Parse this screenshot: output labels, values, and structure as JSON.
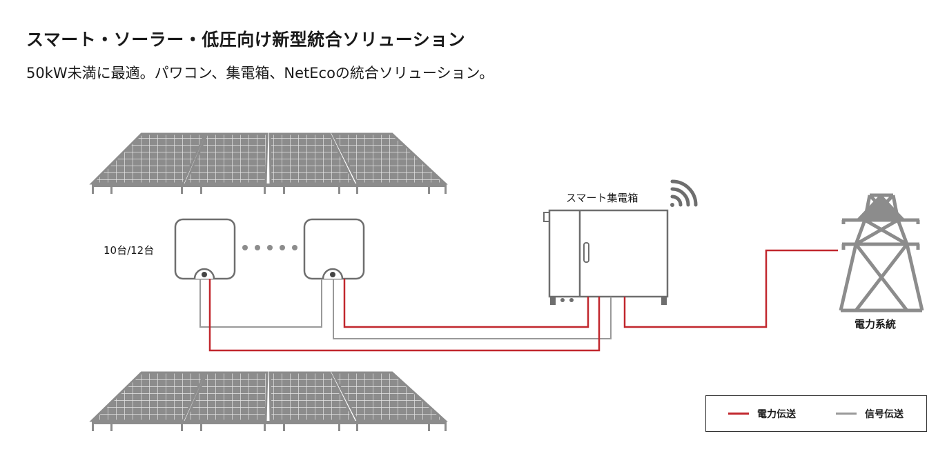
{
  "header": {
    "title": "スマート・ソーラー・低圧向け新型統合ソリューション",
    "subtitle": "50kW未満に最適。パワコン、集電箱、NetEcoの統合ソリューション。"
  },
  "diagram": {
    "inverter_count_label": "10台/12台",
    "combiner_box_label": "スマート集電箱",
    "grid_label": "電力系統"
  },
  "legend": {
    "power_label": "電力伝送",
    "signal_label": "信号伝送"
  },
  "colors": {
    "power": "#c1272d",
    "signal": "#999999",
    "panel": "#8c8c8c",
    "outline": "#6e6e6e"
  },
  "icons": [
    "solar-panel-icon",
    "inverter-icon",
    "combiner-box-icon",
    "wifi-icon",
    "transmission-tower-icon"
  ]
}
